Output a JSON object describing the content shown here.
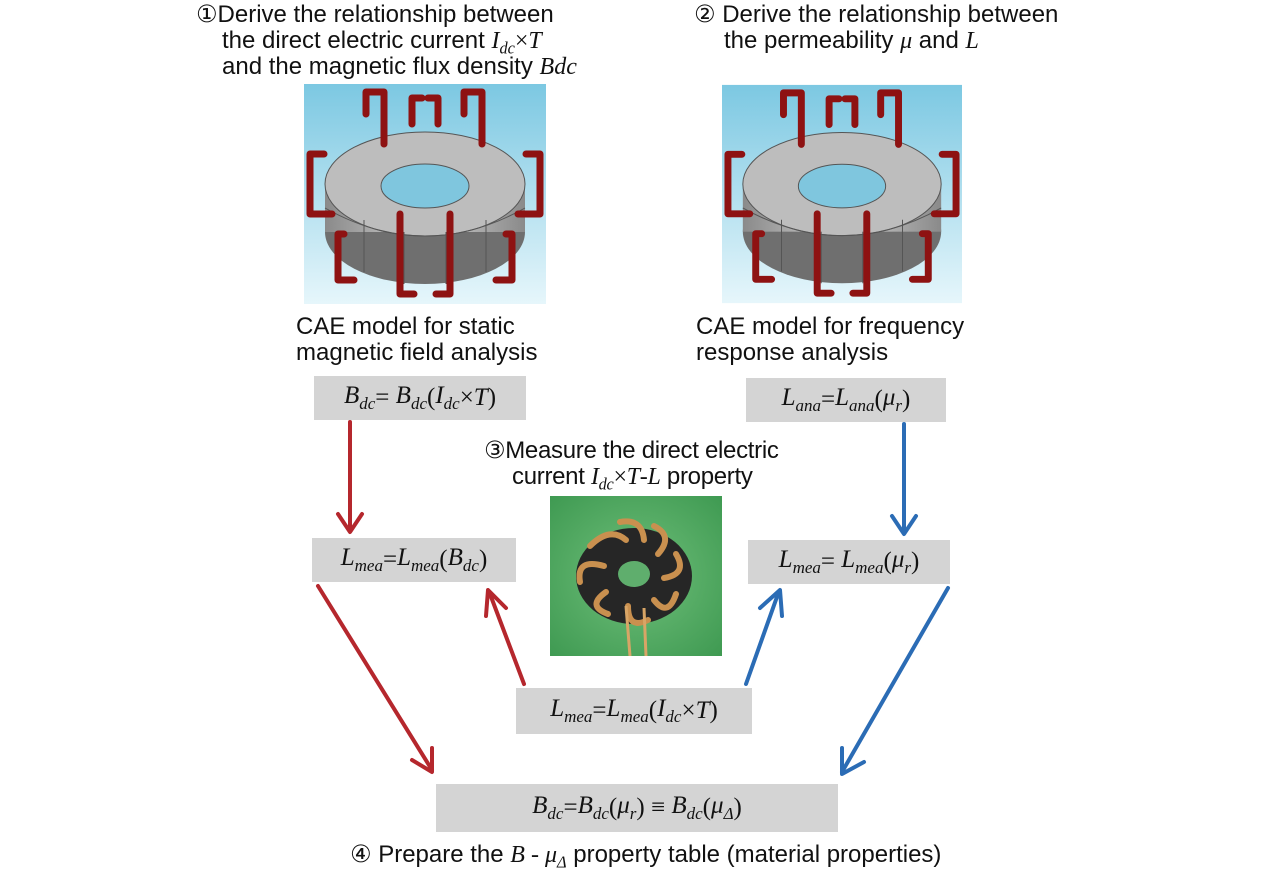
{
  "step1": {
    "marker": "①",
    "line1": "Derive the relationship between",
    "line2_prefix": "the direct electric current ",
    "line3_prefix": "and the magnetic flux density ",
    "line3_var": "Bdc"
  },
  "step2": {
    "marker": "②",
    "line1": "Derive the relationship between",
    "line2_prefix": "the permeability ",
    "line2_mu": "μ",
    "line2_and": " and ",
    "line2_L": "L"
  },
  "step3": {
    "marker": "③",
    "line1": "Measure the direct electric",
    "line2_prefix": "current ",
    "line2_suffix": " property"
  },
  "step4": {
    "marker": "④",
    "prefix": "Prepare the ",
    "suffix": " property table (material properties)"
  },
  "model_left": {
    "line1": "CAE model for static",
    "line2": "magnetic field analysis"
  },
  "model_right": {
    "line1": "CAE model for frequency",
    "line2": "response analysis"
  },
  "colors": {
    "red_arrow": "#b5272d",
    "blue_arrow": "#2b6cb5",
    "box_fill": "#d4d4d4",
    "coil_red": "#8e1212",
    "sky": "#8fd0e6"
  }
}
